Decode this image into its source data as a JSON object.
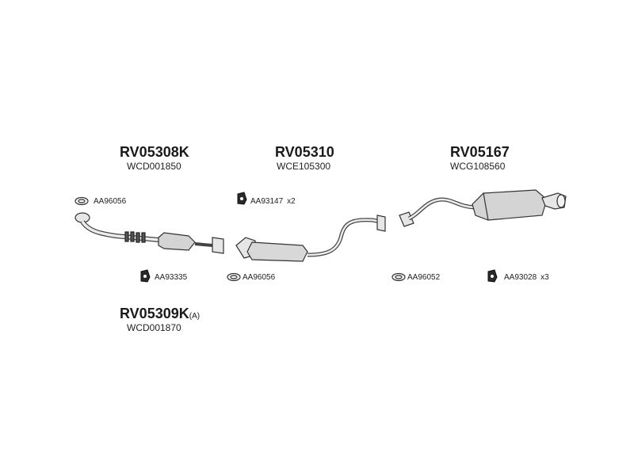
{
  "groups": {
    "front": {
      "part_number": "RV05308K",
      "ref": "WCD001850"
    },
    "front_alt": {
      "part_number": "RV05309K",
      "suffix": "(A)",
      "ref": "WCD001870"
    },
    "middle": {
      "part_number": "RV05310",
      "ref": "WCE105300"
    },
    "rear": {
      "part_number": "RV05167",
      "ref": "WCG108560"
    }
  },
  "accessories": {
    "gasket_front": {
      "code": "AA96056"
    },
    "mount_front": {
      "code": "AA93335"
    },
    "gasket_middle": {
      "code": "AA96056"
    },
    "mount_middle": {
      "code": "AA93147",
      "qty": "x2"
    },
    "gasket_rear": {
      "code": "AA96052"
    },
    "mount_rear": {
      "code": "AA93028",
      "qty": "x3"
    }
  },
  "colors": {
    "line": "#333333",
    "fill": "#d9d9d9",
    "dark": "#2a2a2a"
  }
}
